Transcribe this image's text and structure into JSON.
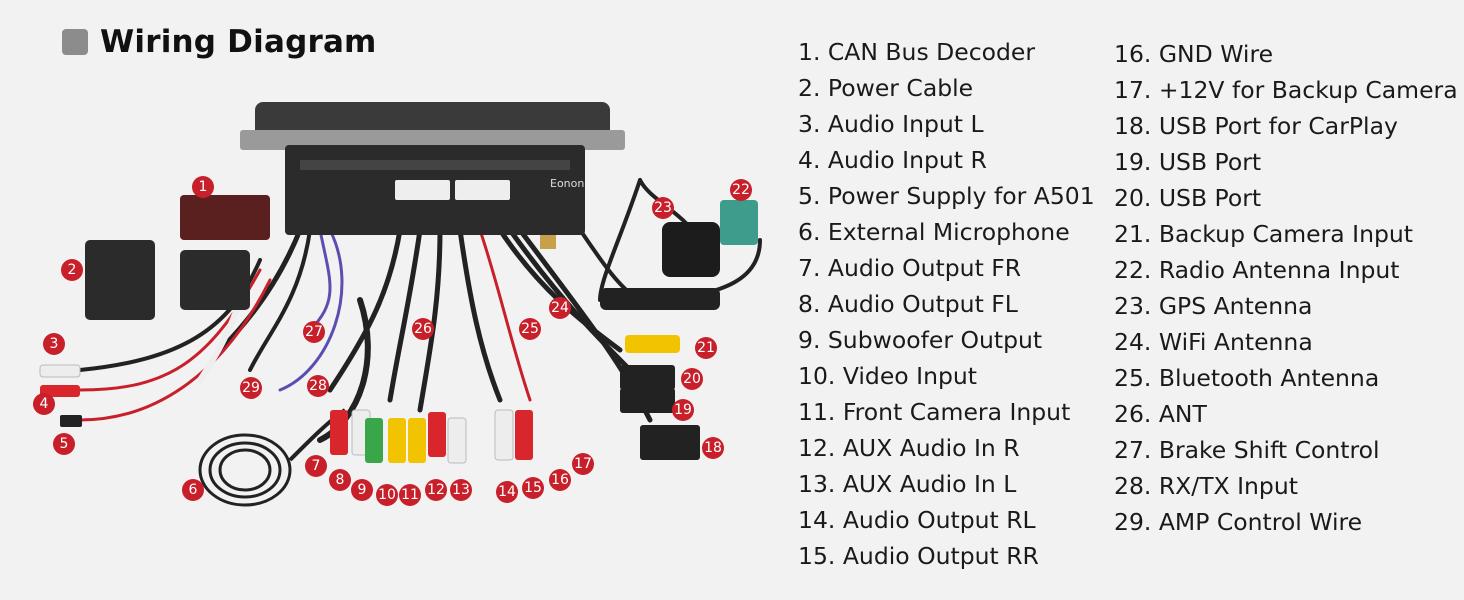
{
  "title": "Wiring Diagram",
  "brand_logo": "Eonon",
  "legend": [
    {
      "num": "1",
      "label": "1. CAN Bus Decoder"
    },
    {
      "num": "2",
      "label": "2. Power Cable"
    },
    {
      "num": "3",
      "label": "3. Audio Input L"
    },
    {
      "num": "4",
      "label": "4. Audio Input R"
    },
    {
      "num": "5",
      "label": "5. Power Supply for A501"
    },
    {
      "num": "6",
      "label": "6. External Microphone"
    },
    {
      "num": "7",
      "label": "7. Audio Output FR"
    },
    {
      "num": "8",
      "label": "8. Audio Output FL"
    },
    {
      "num": "9",
      "label": "9. Subwoofer Output"
    },
    {
      "num": "10",
      "label": "10. Video Input"
    },
    {
      "num": "11",
      "label": "11. Front Camera Input"
    },
    {
      "num": "12",
      "label": "12. AUX Audio In R"
    },
    {
      "num": "13",
      "label": "13. AUX Audio In L"
    },
    {
      "num": "14",
      "label": "14. Audio Output RL"
    },
    {
      "num": "15",
      "label": "15. Audio Output RR"
    },
    {
      "num": "16",
      "label": "16. GND Wire"
    },
    {
      "num": "17",
      "label": "17. +12V for Backup Camera"
    },
    {
      "num": "18",
      "label": "18. USB Port for CarPlay"
    },
    {
      "num": "19",
      "label": "19. USB Port"
    },
    {
      "num": "20",
      "label": "20. USB Port"
    },
    {
      "num": "21",
      "label": "21. Backup Camera Input"
    },
    {
      "num": "22",
      "label": "22. Radio Antenna Input"
    },
    {
      "num": "23",
      "label": "23. GPS Antenna"
    },
    {
      "num": "24",
      "label": "24. WiFi Antenna"
    },
    {
      "num": "25",
      "label": "25. Bluetooth Antenna"
    },
    {
      "num": "26",
      "label": "26. ANT"
    },
    {
      "num": "27",
      "label": "27. Brake Shift Control"
    },
    {
      "num": "28",
      "label": "28. RX/TX Input"
    },
    {
      "num": "29",
      "label": "29. AMP Control Wire"
    }
  ],
  "colors": {
    "badge": "#c8202a",
    "rca_red": "#d8262c",
    "rca_white": "#ededed",
    "rca_yellow": "#f2c300",
    "rca_green": "#3aa64a",
    "antenna_green": "#3d9c8c",
    "head_unit": "#2b2b2b"
  }
}
